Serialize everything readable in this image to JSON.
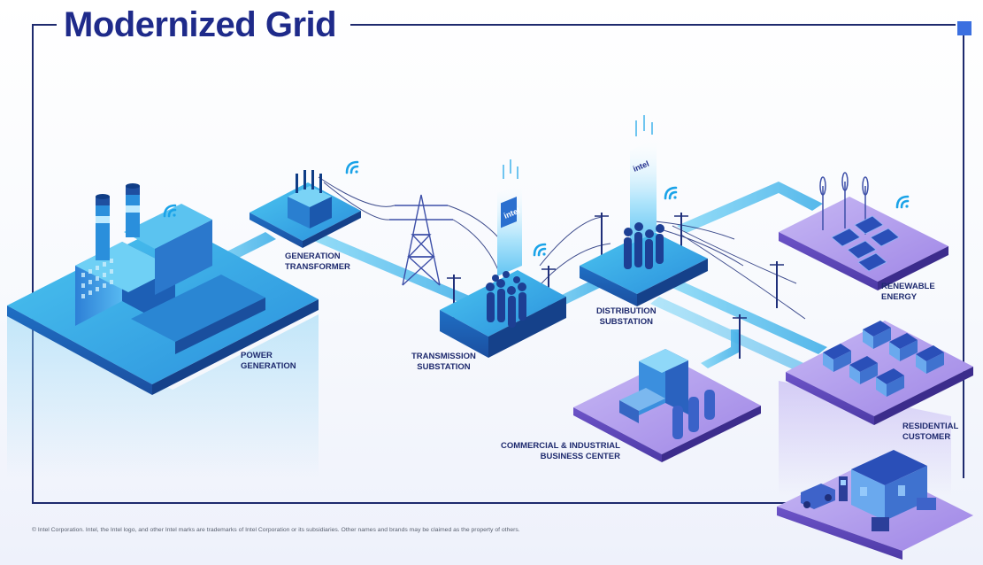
{
  "title": "Modernized Grid",
  "labels": {
    "power_generation": [
      "POWER",
      "GENERATION"
    ],
    "generation_transformer": [
      "GENERATION",
      "TRANSFORMER"
    ],
    "transmission_substation": [
      "TRANSMISSION",
      "SUBSTATION"
    ],
    "distribution_substation": [
      "DISTRIBUTION",
      "SUBSTATION"
    ],
    "renewable_energy": [
      "RENEWABLE",
      "ENERGY"
    ],
    "residential_customer": [
      "RESIDENTIAL",
      "CUSTOMER"
    ],
    "commercial_industrial": [
      "COMMERCIAL & INDUSTRIAL",
      "BUSINESS CENTER"
    ]
  },
  "tower_logo_text": "intel",
  "footer": "© Intel Corporation. Intel, the Intel logo, and other Intel marks are trademarks of Intel Corporation or its subsidiaries. Other names and brands may be claimed as the property of others.",
  "colors": {
    "title": "#1e2a8a",
    "frame": "#1e2a6e",
    "accent": "#3b6fe0",
    "platform_blue": "#2aa6e0",
    "platform_purple": "#8a6fd6",
    "wifi": "#1aa3e8"
  },
  "icons": [
    "wifi-icon",
    "factory-icon",
    "transformer-icon",
    "pylon-icon",
    "wind-turbine-icon",
    "solar-panel-icon",
    "house-icon",
    "car-icon",
    "ev-charger-icon",
    "data-tower-icon"
  ]
}
